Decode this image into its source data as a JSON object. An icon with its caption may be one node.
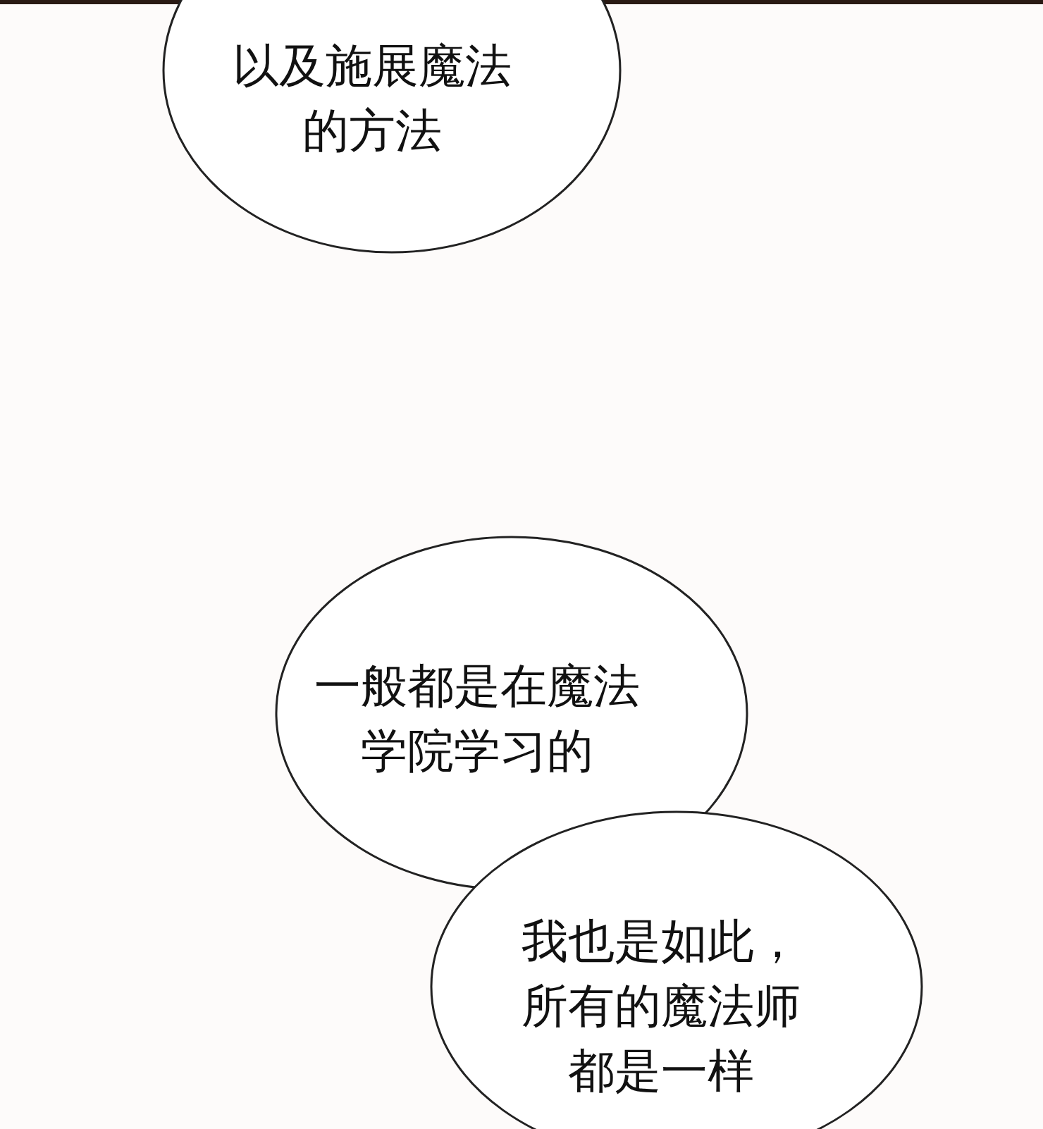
{
  "diagram": {
    "nodes": [
      {
        "text": [
          "以及施展魔法的方法"
        ]
      },
      {
        "text": [
          "一般都是在魔法学院学习的"
        ]
      },
      {
        "text": [
          "我也是如此，所有的魔法师都是一样"
        ]
      }
    ]
  }
}
